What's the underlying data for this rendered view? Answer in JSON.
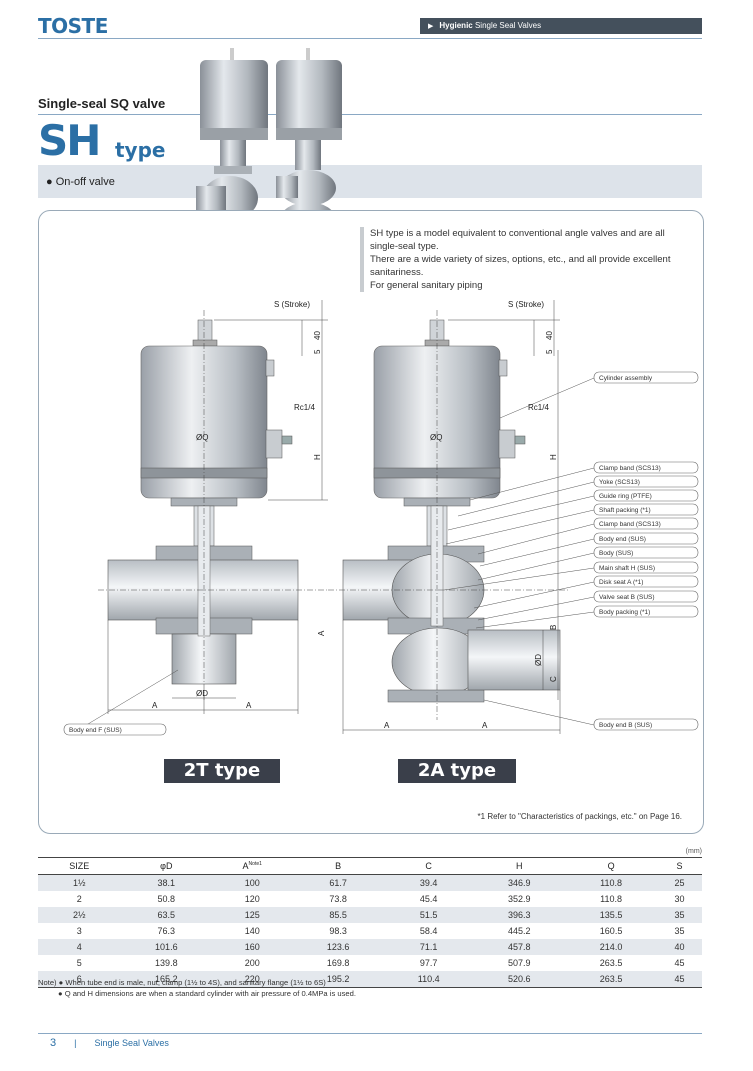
{
  "header": {
    "logo": "TOSTE",
    "section_bold": "Hygienic",
    "section_rest": "Single Seal Valves"
  },
  "subtitle": "Single-seal SQ valve",
  "title": {
    "main": "SH",
    "suffix": "type"
  },
  "band": {
    "bullet": "●",
    "label": "On-off valve"
  },
  "description": [
    "SH type is a model equivalent to conventional angle valves and are all single-seal type.",
    "There are a wide variety of sizes, options, etc., and all provide excellent sanitariness.",
    "For general sanitary piping"
  ],
  "drawing": {
    "stroke_label": "S (Stroke)",
    "dim_40": "40",
    "dim_5": "5",
    "port": "Rc1/4",
    "dia_q": "ØQ",
    "dia_d": "ØD",
    "dim_h": "H",
    "dim_a": "A",
    "dim_b": "B",
    "dim_c": "C",
    "left_callout": "Body end F (SUS)",
    "callouts": [
      "Cylinder assembly",
      "Clamp band (SCS13)",
      "Yoke (SCS13)",
      "Guide ring (PTFE)",
      "Shaft packing (*1)",
      "Clamp band (SCS13)",
      "Body end (SUS)",
      "Body (SUS)",
      "Main shaft H (SUS)",
      "Disk seat A (*1)",
      "Valve seat B (SUS)",
      "Body packing (*1)",
      "Body end B (SUS)"
    ]
  },
  "types": {
    "left": "2T type",
    "right": "2A type"
  },
  "footnote": "*1 Refer to \"Characteristics of packings, etc.\" on Page 16.",
  "table": {
    "unit": "(mm)",
    "headers": [
      "SIZE",
      "φD",
      "A",
      "B",
      "C",
      "H",
      "Q",
      "S"
    ],
    "a_note": "Note1",
    "rows": [
      [
        "1½",
        "38.1",
        "100",
        "61.7",
        "39.4",
        "346.9",
        "110.8",
        "25"
      ],
      [
        "2",
        "50.8",
        "120",
        "73.8",
        "45.4",
        "352.9",
        "110.8",
        "30"
      ],
      [
        "2½",
        "63.5",
        "125",
        "85.5",
        "51.5",
        "396.3",
        "135.5",
        "35"
      ],
      [
        "3",
        "76.3",
        "140",
        "98.3",
        "58.4",
        "445.2",
        "160.5",
        "35"
      ],
      [
        "4",
        "101.6",
        "160",
        "123.6",
        "71.1",
        "457.8",
        "214.0",
        "40"
      ],
      [
        "5",
        "139.8",
        "200",
        "169.8",
        "97.7",
        "507.9",
        "263.5",
        "45"
      ],
      [
        "6",
        "165.2",
        "220",
        "195.2",
        "110.4",
        "520.6",
        "263.5",
        "45"
      ]
    ]
  },
  "notes": [
    "Note) ● When tube end is male, nut, clamp (1½ to 4S), and sanitary flange (1½ to 6S)",
    "● Q and H dimensions are when a standard cylinder with air pressure of 0.4MPa is used."
  ],
  "footer": {
    "page": "3",
    "separator": "|",
    "label": "Single Seal Valves"
  }
}
